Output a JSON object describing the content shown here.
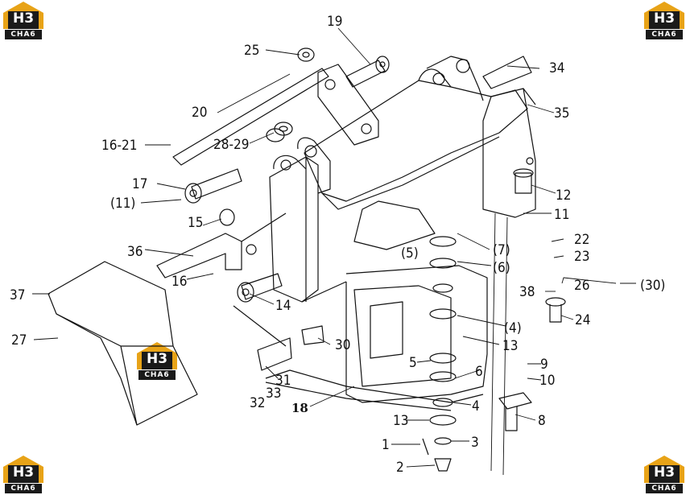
{
  "logo": {
    "mark": "H3",
    "text": "CHA6"
  },
  "labels": {
    "n1": "1",
    "n2": "2",
    "n3": "3",
    "n4": "4",
    "n5": "5",
    "n6": "6",
    "n8": "8",
    "n9": "9",
    "n10": "10",
    "n11": "11",
    "n12": "12",
    "n13": "13",
    "n13b": "13",
    "n14": "14",
    "n15": "15",
    "n16": "16",
    "n16_21": "16-21",
    "n17": "17",
    "n18": "18",
    "n19": "19",
    "n20": "20",
    "n22": "22",
    "n23": "23",
    "n24": "24",
    "n25": "25",
    "n26": "26",
    "n27": "27",
    "n28_29": "28-29",
    "n30": "30",
    "n31": "31",
    "n32": "32",
    "n33": "33",
    "n34": "34",
    "n35": "35",
    "n36": "36",
    "n37": "37",
    "n38": "38",
    "p4": "(4)",
    "p5": "(5)",
    "p6": "(6)",
    "p7": "(7)",
    "p11": "(11)",
    "p30": "(30)"
  },
  "colors": {
    "line": "#111111",
    "logo_gold": "#e8a317",
    "logo_dark": "#1a1a1a"
  }
}
